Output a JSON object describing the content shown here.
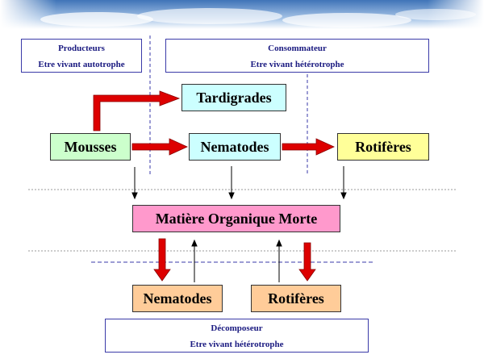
{
  "producteurs": {
    "title": "Producteurs",
    "subtitle": "Etre vivant autotrophe"
  },
  "consommateur": {
    "title": "Consommateur",
    "subtitle": "Etre vivant hétérotrophe"
  },
  "decomposeur": {
    "title": "Décomposeur",
    "subtitle": "Etre vivant hétérotrophe"
  },
  "nodes": {
    "tardigrades": "Tardigrades",
    "mousses": "Mousses",
    "nematodes": "Nematodes",
    "rotiferes": "Rotifères",
    "matiere": "Matière Organique Morte",
    "nematodes_dec": "Nematodes",
    "rotiferes_dec": "Rotifères"
  },
  "colors": {
    "arrow_red": "#dd0000",
    "mousses": "#ccffcc",
    "consumers": "#ccffff",
    "rotiferes": "#ffff99",
    "matiere": "#ff99cc",
    "decomposers": "#ffcc99",
    "label_text": "#1a1a80"
  }
}
